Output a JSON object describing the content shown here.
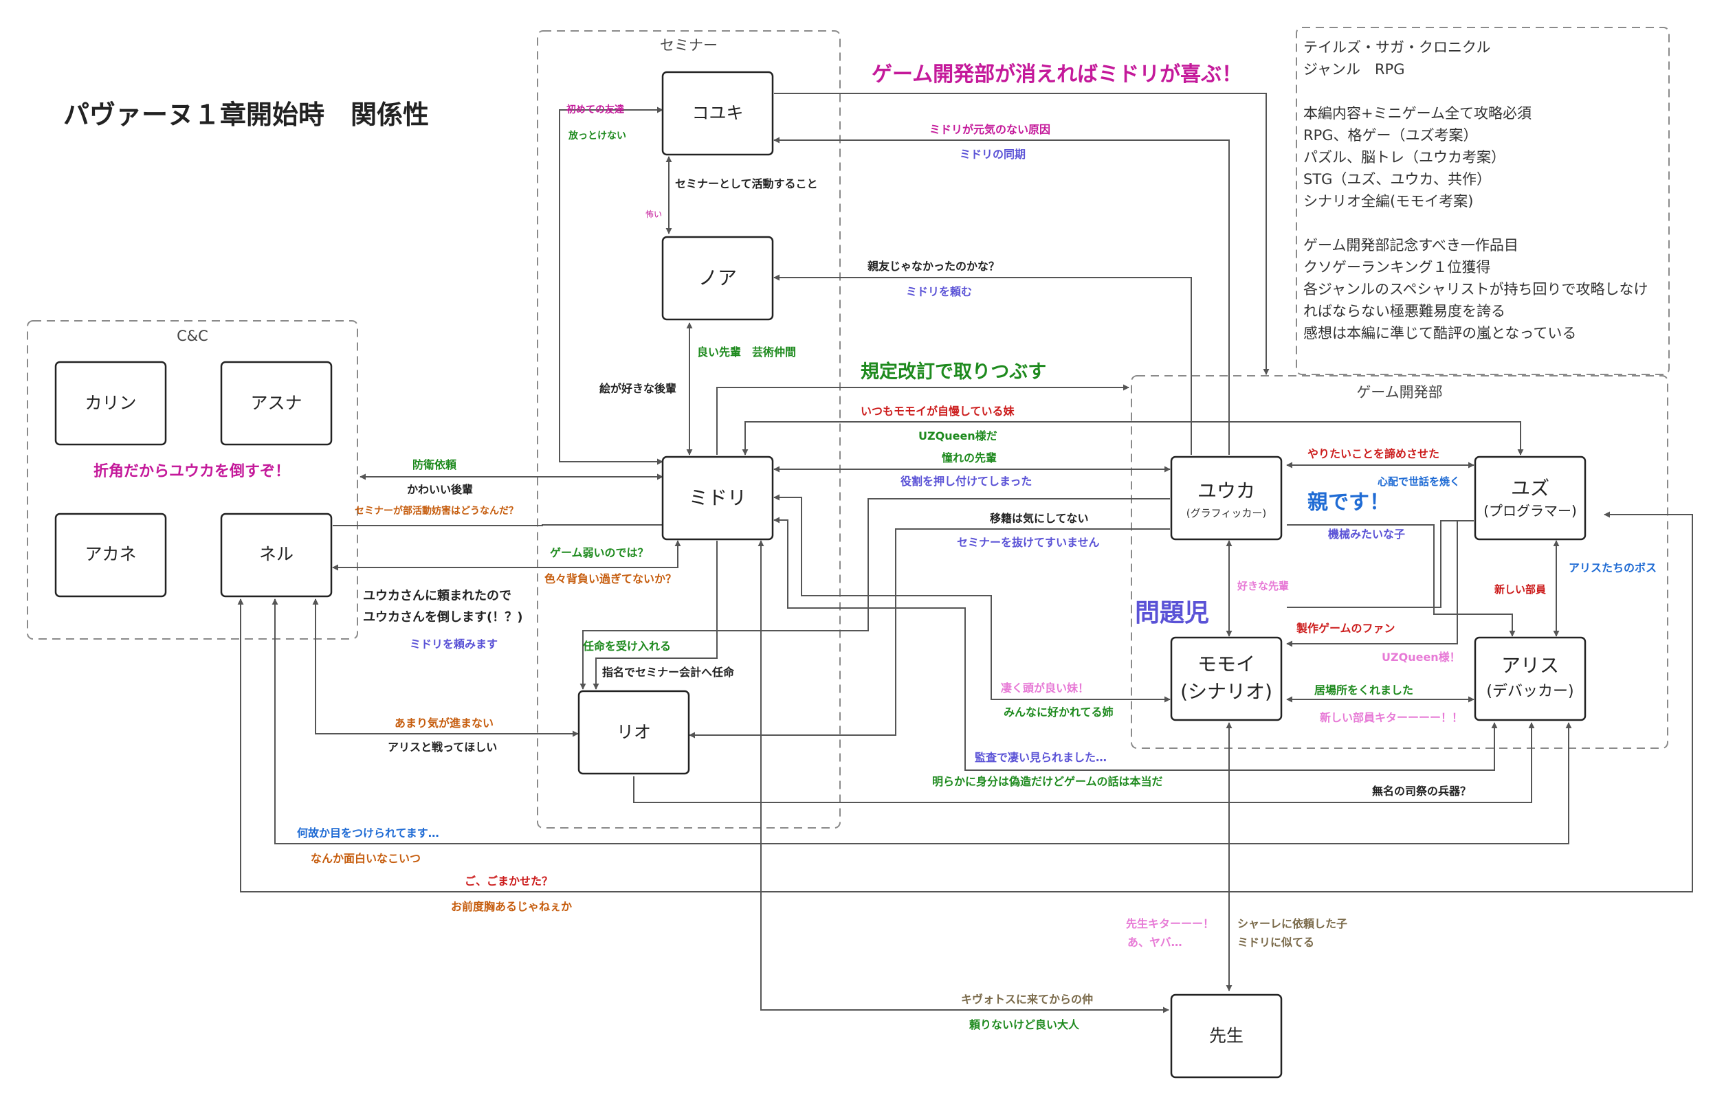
{
  "title": "パヴァーヌ１章開始時　関係性",
  "groups": {
    "cc": "C&C",
    "seminar": "セミナー",
    "gamedev": "ゲーム開発部"
  },
  "nodes": {
    "karin": "カリン",
    "asuna": "アスナ",
    "akane": "アカネ",
    "neru": "ネル",
    "koyuki": "コユキ",
    "noa": "ノア",
    "midori": "ミドリ",
    "rio": "リオ",
    "yuuka": "ユウカ",
    "yuuka_sub": "(グラフィッカー)",
    "yuzu": "ユズ",
    "yuzu_sub": "(プログラマー)",
    "momoi": "モモイ",
    "momoi_sub": "(シナリオ)",
    "aris": "アリス",
    "aris_sub": "(デバッカー)",
    "sensei": "先生"
  },
  "note": {
    "lines": [
      "テイルズ・サガ・クロニクル",
      "ジャンル　RPG",
      "",
      "本編内容+ミニゲーム全て攻略必須",
      "RPG、格ゲー（ユズ考案）",
      "パズル、脳トレ（ユウカ考案）",
      "STG（ユズ、ユウカ、共作）",
      "シナリオ全編(モモイ考案)",
      "",
      "ゲーム開発部記念すべき一作品目",
      "クソゲーランキング１位獲得",
      "各ジャンルのスペシャリストが持ち回りで攻略しなけ",
      "ればならない極悪難易度を誇る",
      "感想は本編に準じて酷評の嵐となっている"
    ]
  },
  "labels": {
    "gamedev_vanish": "ゲーム開発部が消えればミドリが喜ぶ！",
    "regulation": "規定改訂で取りつぶす",
    "cc_defeat": "折角だからユウカを倒すぞ！",
    "oya": "親です！",
    "mondaiji": "問題児",
    "first_friend": "初めての友達",
    "cant_leave": "放っとけない",
    "seminar_activity": "セミナーとして活動すること",
    "kowai": "怖い",
    "yuuka_cause": "ミドリが元気のない原因",
    "yuuka_doki": "ミドリの同期",
    "shinyu": "親友じゃなかったのかな？",
    "tanomu": "ミドリを頼む",
    "good_senpai": "良い先輩　芸術仲間",
    "kouhai_art": "絵が好きな後輩",
    "jiman": "いつもモモイが自慢している妹",
    "uzqueen": "UZQueen様だ",
    "akogare": "憧れの先輩",
    "yakuwari": "役割を押し付けてしまった",
    "iseki": "移籍は気にしてない",
    "nuketeinai": "セミナーを抜けてすいません",
    "bouei": "防衛依頼",
    "kawaii": "かわいい後輩",
    "seminar_bougai": "セミナーが部活動妨害はどうなんだ？",
    "game_weak": "ゲーム弱いのでは？",
    "seoi": "色々背負い過ぎてないか？",
    "yuuka_tanomareta1": "ユウカさんに頼まれたので",
    "yuuka_tanomareta2": "ユウカさんを倒します(！？)",
    "midori_tanomimasu": "ミドリを頼みます",
    "ninmei_ukeru": "任命を受け入れる",
    "shimei": "指名でセミナー会計へ任命",
    "amari": "あまり気が進まない",
    "aris_tatakai": "アリスと戦ってほしい",
    "akirame": "やりたいことを諦めさせた",
    "shinpai": "心配で世話を焼く",
    "kikai": "機械みたいな子",
    "suki_senpai": "好きな先輩",
    "aris_boss": "アリスたちのボス",
    "new_member": "新しい部員",
    "fan": "製作ゲームのファン",
    "uzqueen2": "UZQueen様！",
    "ibasho": "居場所をくれました",
    "new_member_kita": "新しい部員キターーーー！！",
    "atama": "凄く頭が良い妹！",
    "minna": "みんなに好かれてる姉",
    "kansa": "監査で凄い見られました…",
    "gizou": "明らかに身分は偽造だけどゲームの話は本当だ",
    "mumei": "無名の司祭の兵器？",
    "nazeka": "何故か目をつけられてます…",
    "omoshiroi": "なんか面白いなこいつ",
    "gomakase": "ご、ごまかせた？",
    "dokyou": "お前度胸あるじゃねぇか",
    "sensei_kita1": "先生キターーー！",
    "sensei_kita2": "あ、ヤバ…",
    "shale1": "シャーレに依頼した子",
    "shale2": "ミドリに似てる",
    "kivotos": "キヴォトスに来てからの仲",
    "tayorinai": "頼りないけど良い大人"
  },
  "colors": {
    "magenta": "#c4199a",
    "green": "#1e8a1e",
    "blue_purple": "#5a52d6",
    "red": "#cc1c1c",
    "orange": "#c65d0e",
    "pink": "#e77ad6",
    "blue": "#1f6bd4",
    "olive": "#7a6a4a",
    "seminar_fill": "#eeeefc",
    "gamedev_fill": "#fdeeee",
    "cc_fill": "#f2f2f3"
  }
}
